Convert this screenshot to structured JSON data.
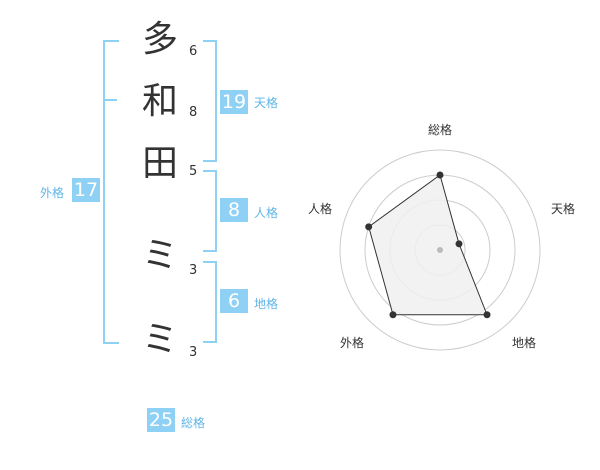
{
  "name_chars": [
    {
      "char": "多",
      "strokes": "6"
    },
    {
      "char": "和",
      "strokes": "8"
    },
    {
      "char": "田",
      "strokes": "5"
    },
    {
      "char": "ミ",
      "strokes": "3"
    },
    {
      "char": "ミ",
      "strokes": "3"
    }
  ],
  "scores": {
    "tenkaku": {
      "label": "天格",
      "value": "19"
    },
    "jinkaku": {
      "label": "人格",
      "value": "8"
    },
    "chikaku": {
      "label": "地格",
      "value": "6"
    },
    "gaikaku": {
      "label": "外格",
      "value": "17"
    },
    "soukaku": {
      "label": "総格",
      "value": "25"
    }
  },
  "chart_data": {
    "type": "radar",
    "axes": [
      "総格",
      "天格",
      "地格",
      "外格",
      "人格"
    ],
    "values": [
      0.75,
      0.2,
      0.8,
      0.8,
      0.75
    ],
    "range": [
      0,
      1
    ],
    "rings": 4,
    "colors": {
      "fill": "#f0f0f0",
      "line": "#333333",
      "rings": "#cccccc"
    }
  }
}
